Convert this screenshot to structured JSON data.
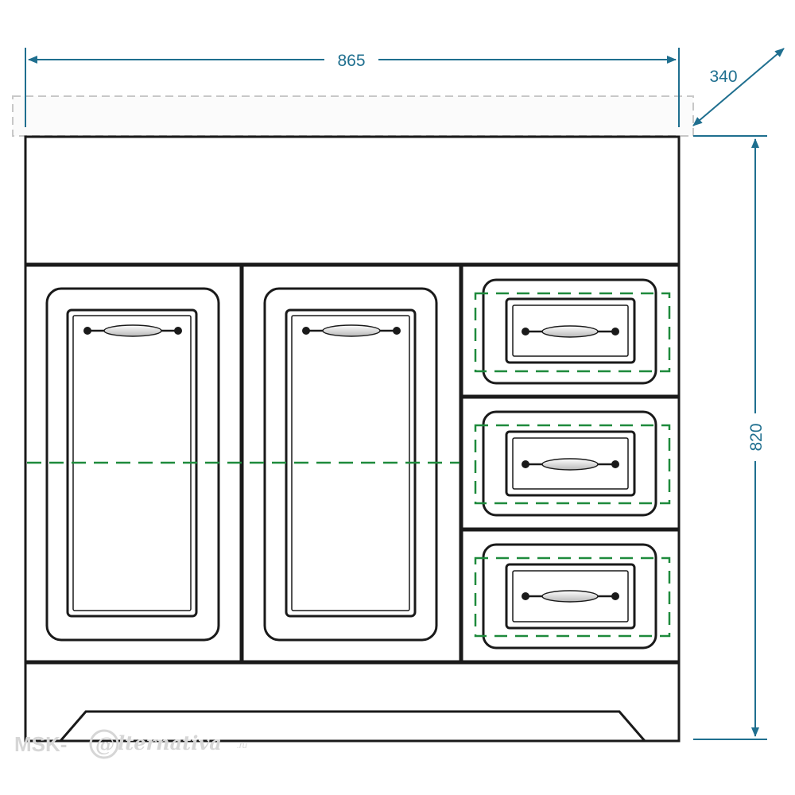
{
  "dimensions": {
    "width": "865",
    "depth": "340",
    "height": "820"
  },
  "watermark": {
    "prefix": "MSK-",
    "at_sign": "@",
    "name": "lternativa",
    "suffix": ".ru"
  },
  "colors": {
    "outline": "#1a1a1a",
    "dimension": "#1f6f8f",
    "guide_dashes": "#1e8a3c",
    "sink_dashes": "#c8c8c8",
    "watermark": "#d6d6d6"
  }
}
